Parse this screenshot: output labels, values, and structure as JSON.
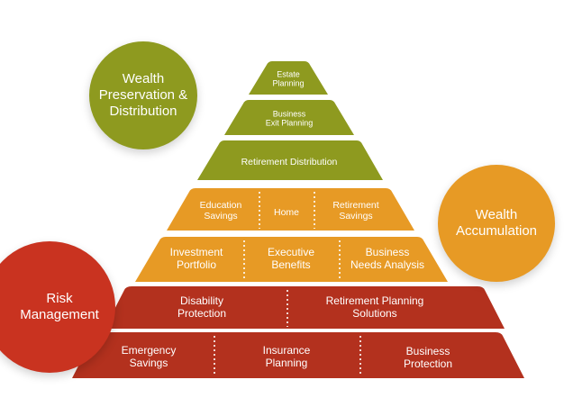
{
  "colors": {
    "green": "#8e9a1f",
    "orange": "#e79a25",
    "red": "#b3311e",
    "red_circle": "#c93320",
    "divider": "#ffffff"
  },
  "circles": {
    "preservation": [
      "Wealth",
      "Preservation &",
      "Distribution"
    ],
    "accumulation": [
      "Wealth",
      "Accumulation"
    ],
    "risk": [
      "Risk",
      "Management"
    ]
  },
  "pyramid": {
    "estate": [
      "Estate",
      "Planning"
    ],
    "business_exit": [
      "Business",
      "Exit Planning"
    ],
    "retirement_distribution": [
      "Retirement Distribution"
    ],
    "education_savings": [
      "Education",
      "Savings"
    ],
    "home": [
      "Home"
    ],
    "retirement_savings": [
      "Retirement",
      "Savings"
    ],
    "investment_portfolio": [
      "Investment",
      "Portfolio"
    ],
    "executive_benefits": [
      "Executive",
      "Benefits"
    ],
    "business_needs": [
      "Business",
      "Needs Analysis"
    ],
    "disability": [
      "Disability",
      "Protection"
    ],
    "retirement_planning": [
      "Retirement Planning",
      "Solutions"
    ],
    "emergency": [
      "Emergency",
      "Savings"
    ],
    "insurance": [
      "Insurance",
      "Planning"
    ],
    "business_protection": [
      "Business",
      "Protection"
    ]
  }
}
